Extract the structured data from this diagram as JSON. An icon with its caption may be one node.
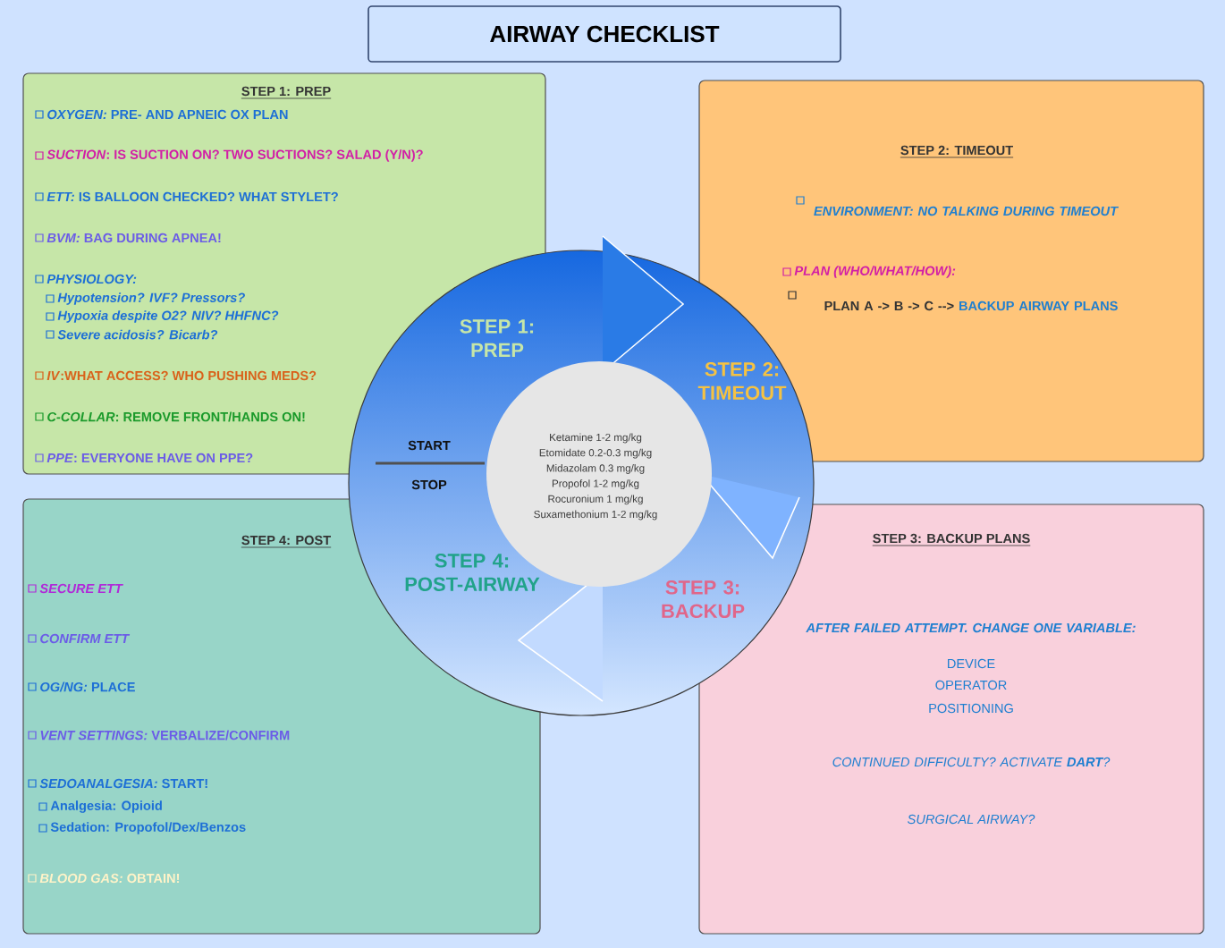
{
  "diagram": {
    "title": "AIRWAY CHECKLIST",
    "nodes": [
      {
        "text": [
          "STEP 1: PREP",
          "*OXYGEN:* PRE- AND APNEIC OX PLAN",
          "*SUCTION*: IS SUCTION ON? TWO SUCTIONS? SALAD (Y/N)?",
          "*ETT:* IS BALLOON CHECKED? WHAT STYLET?",
          "*BVM:* BAG DURING APNEA!",
          "PHYSIOLOGY:",
          "Hypotension? IVF? Pressors?",
          "Hypoxia despite O2? NIV? HHFNC?",
          "Severe acidosis? Bicarb?",
          "*IV*:WHAT ACCESS? WHO PUSHING MEDS?",
          "*C-COLLAR*: REMOVE FRONT/HANDS ON!",
          "*PPE*: EVERYONE HAVE ON PPE?"
        ]
      },
      {
        "text": [
          "STEP 2: TIMEOUT",
          "ENVIRONMENT: NO TALKING DURING TIMEOUT",
          "PLAN (WHO/WHAT/HOW):",
          "PLAN A -> B -> C -->",
          "BACKUP AIRWAY PLANS"
        ]
      },
      {
        "text": [
          "STEP 4: POST",
          "SECURE ETT",
          "CONFIRM ETT",
          "*OG/NG:* PLACE",
          "*VENT SETTINGS:* VERBALIZE/CONFIRM",
          "*SEDOANALGESIA:* START!",
          "Analgesia: Opioid",
          "Sedation: Propofol/Dex/Benzos",
          "*BLOOD GAS:* OBTAIN!"
        ]
      },
      {
        "text": [
          "STEP 3: BACKUP PLANS",
          "AFTER FAILED ATTEMPT. CHANGE ONE VARIABLE:",
          "DEVICE",
          "OPERATOR",
          "POSITIONING",
          "CONTINUED DIFFICULTY? ACTIVATE **DART**?",
          "SURGICAL AIRWAY?"
        ]
      },
      {
        "text": [
          "Ketamine 1-2 mg/kg",
          "Etomidate 0.2-0.3 mg/kg",
          "Midazolam 0.3 mg/kg",
          "Propofol 1-2 mg/kg",
          "Rocuronium 1 mg/kg",
          "Suxamethonium 1-2 mg/kg"
        ]
      }
    ],
    "labels": [
      "STEP 1: PREP",
      "STEP 2: TIMEOUT",
      "STEP 3: BACKUP",
      "STEP 4: POST-AIRWAY",
      "START",
      "STOP"
    ]
  }
}
